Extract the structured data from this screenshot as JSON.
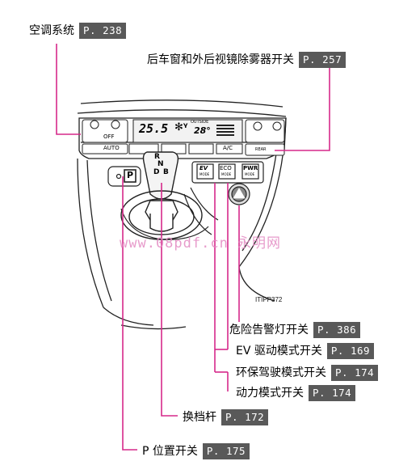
{
  "callouts": {
    "climate_switches": {
      "label": "空调系统",
      "ref": "P. 238"
    },
    "defogger_switch": {
      "label": "后车窗和外后视镜除雾器开关",
      "ref": "P. 257"
    },
    "hazard_switch": {
      "label": "危险告警灯开关",
      "ref": "P. 386"
    },
    "ev_mode_switch": {
      "label": "EV 驱动模式开关",
      "ref": "P. 169"
    },
    "eco_mode_switch": {
      "label": "环保驾驶模式开关",
      "ref": "P. 174"
    },
    "power_mode_switch": {
      "label": "动力模式开关",
      "ref": "P. 174"
    },
    "shift_lever": {
      "label": "换档杆",
      "ref": "P. 172"
    },
    "p_position_switch": {
      "label": "P 位置开关",
      "ref": "P. 175"
    }
  },
  "panel": {
    "temp": "25.5",
    "outside_label": "OUTSIDE",
    "outside_temp": "28°",
    "auto": "AUTO",
    "off": "OFF",
    "ac": "A/C",
    "p_button": "P",
    "gear_r": "R",
    "gear_n": "N",
    "gear_d": "D",
    "gear_b": "B",
    "ev_button": "EV",
    "ev_sub": "MODE",
    "eco_button": "ECO",
    "eco_sub": "MODE",
    "pwr_button": "PWR",
    "pwr_sub": "MODE",
    "rear_label": "REAR"
  },
  "figure_id": "ITIPP372",
  "watermark": "www.08pdf.cn 永明网",
  "colors": {
    "leader": "#d6298a",
    "ref_bg": "#595959"
  }
}
